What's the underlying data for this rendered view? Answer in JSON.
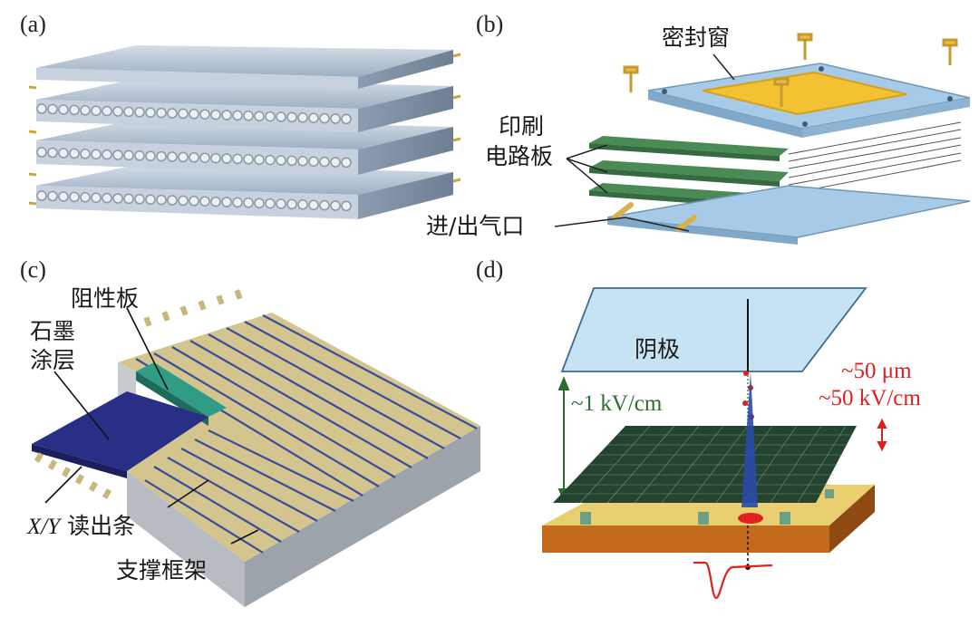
{
  "panels": {
    "a": {
      "label": "(a)"
    },
    "b": {
      "label": "(b)",
      "seal_window": "密封窗",
      "pcb_line1": "印刷",
      "pcb_line2": "电路板",
      "gas_port": "进/出气口"
    },
    "c": {
      "label": "(c)",
      "resistive_plate": "阻性板",
      "graphite_line1": "石墨",
      "graphite_line2": "涂层",
      "readout_xy": "X/Y",
      "readout_text": " 读出条",
      "support_frame": "支撑框架"
    },
    "d": {
      "label": "(d)",
      "cathode": "阴极",
      "field_low": "~1 kV/cm",
      "gap": "~50 μm",
      "field_high": "~50 kV/cm"
    }
  },
  "colors": {
    "tube": "#b9c6d6",
    "pcb_green": "#4a8a55",
    "blue_panel": "#a7cbe6",
    "strip_gold": "#c9b67a",
    "coating_blue": "#2a2f86",
    "mesh_dark": "#24442f",
    "base_orange": "#c46a1c",
    "red": "#e02020",
    "green_text": "#2d6b33"
  }
}
